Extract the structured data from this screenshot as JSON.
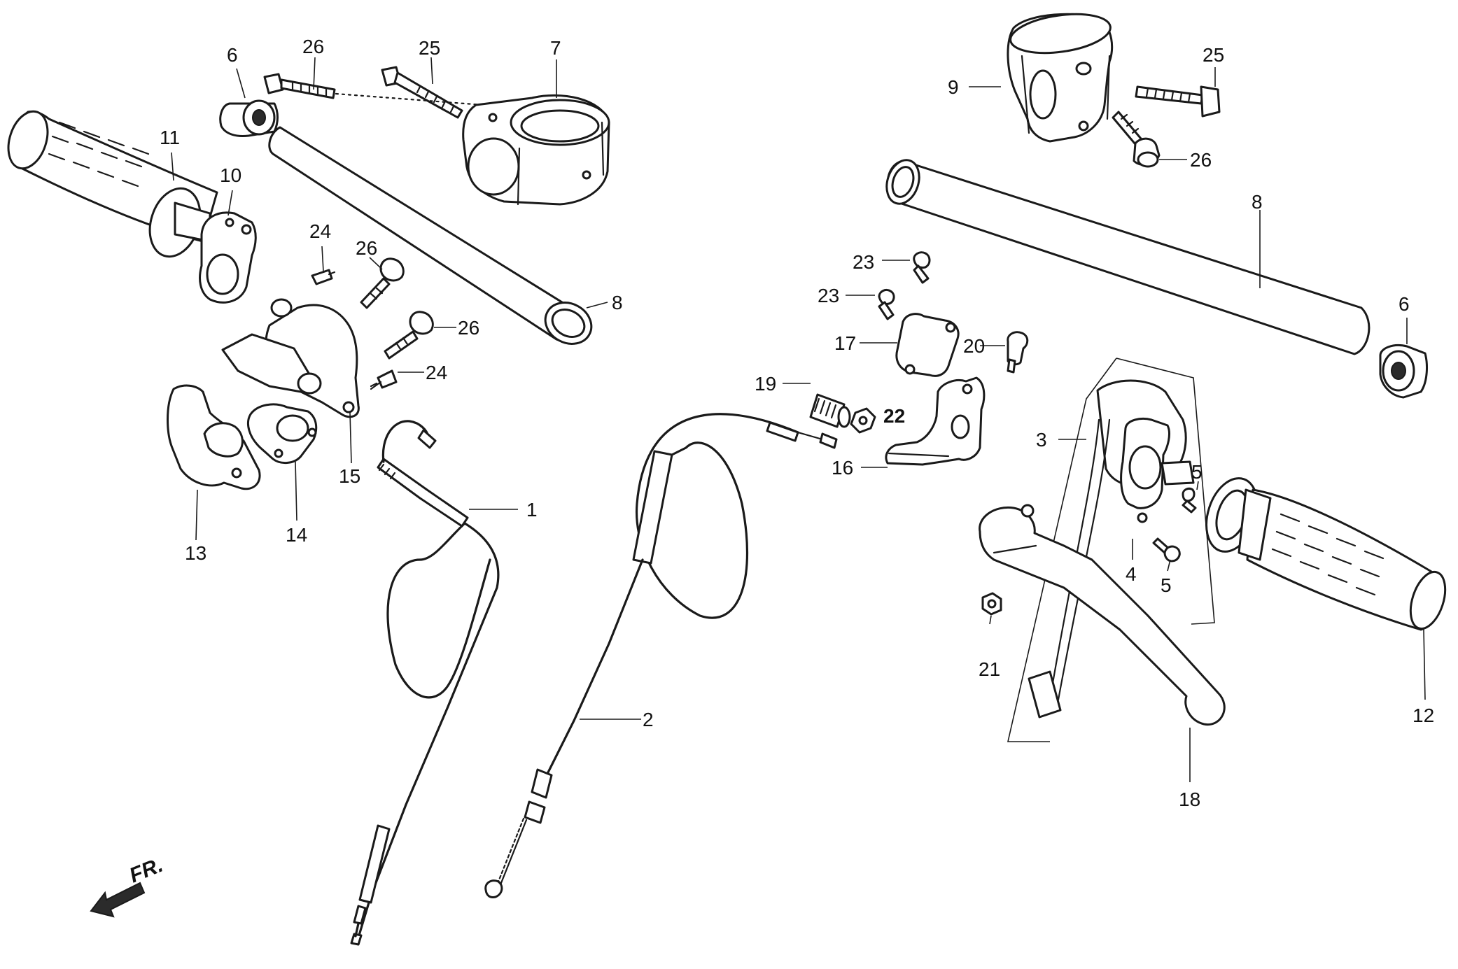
{
  "diagram": {
    "direction_label": "FR.",
    "callouts": [
      {
        "id": "c6-left",
        "label": "6"
      },
      {
        "id": "c26-top-left",
        "label": "26"
      },
      {
        "id": "c25-top-left",
        "label": "25"
      },
      {
        "id": "c7",
        "label": "7"
      },
      {
        "id": "c11",
        "label": "11"
      },
      {
        "id": "c10",
        "label": "10"
      },
      {
        "id": "c24-upper",
        "label": "24"
      },
      {
        "id": "c26-mid-left",
        "label": "26"
      },
      {
        "id": "c8-left",
        "label": "8"
      },
      {
        "id": "c26-lower-left",
        "label": "26"
      },
      {
        "id": "c24-lower",
        "label": "24"
      },
      {
        "id": "c15",
        "label": "15"
      },
      {
        "id": "c13",
        "label": "13"
      },
      {
        "id": "c14",
        "label": "14"
      },
      {
        "id": "c1",
        "label": "1"
      },
      {
        "id": "c2",
        "label": "2"
      },
      {
        "id": "c9",
        "label": "9"
      },
      {
        "id": "c25-right",
        "label": "25"
      },
      {
        "id": "c26-right",
        "label": "26"
      },
      {
        "id": "c8-right",
        "label": "8"
      },
      {
        "id": "c23-upper",
        "label": "23"
      },
      {
        "id": "c23-lower",
        "label": "23"
      },
      {
        "id": "c17",
        "label": "17"
      },
      {
        "id": "c20",
        "label": "20"
      },
      {
        "id": "c6-right",
        "label": "6"
      },
      {
        "id": "c19",
        "label": "19"
      },
      {
        "id": "c22",
        "label": "22"
      },
      {
        "id": "c16",
        "label": "16"
      },
      {
        "id": "c3",
        "label": "3"
      },
      {
        "id": "c5-upper",
        "label": "5"
      },
      {
        "id": "c4",
        "label": "4"
      },
      {
        "id": "c5-lower",
        "label": "5"
      },
      {
        "id": "c21",
        "label": "21"
      },
      {
        "id": "c12",
        "label": "12"
      },
      {
        "id": "c18",
        "label": "18"
      }
    ]
  }
}
